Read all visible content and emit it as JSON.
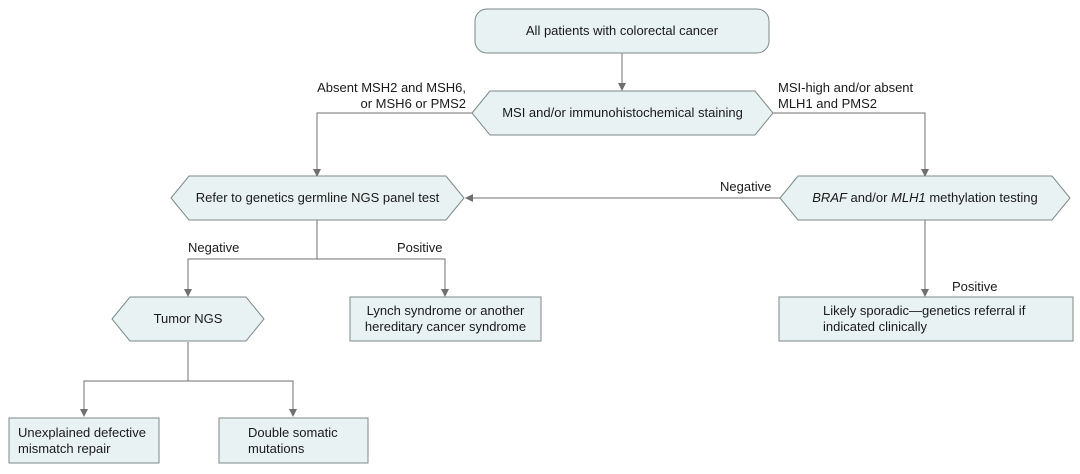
{
  "nodes": {
    "start": "All patients with colorectal cancer",
    "msi": "MSI and/or immunohistochemical staining",
    "germline": "Refer to genetics germline NGS panel test",
    "braf": {
      "gene1": "BRAF",
      "and_or": " and/or ",
      "gene2": "MLH1",
      "rest": " methylation testing"
    },
    "tumor_ngs": "Tumor NGS",
    "lynch": [
      "Lynch syndrome or another",
      "hereditary cancer syndrome"
    ],
    "sporadic": [
      "Likely sporadic—genetics referral if",
      "indicated clinically"
    ],
    "unexplained": [
      "Unexplained defective",
      "mismatch repair"
    ],
    "double_somatic": [
      "Double somatic",
      "mutations"
    ]
  },
  "edge_labels": {
    "absent_msh": [
      "Absent MSH2 and MSH6,",
      "or MSH6 or PMS2"
    ],
    "msi_high": [
      "MSI-high and/or absent",
      "MLH1 and PMS2"
    ],
    "braf_negative": "Negative",
    "germline_negative": "Negative",
    "germline_positive": "Positive",
    "braf_positive": "Positive"
  },
  "colors": {
    "node_fill": "#e8f2f2",
    "node_stroke": "#7d8a8a",
    "connector": "#6f6f6f"
  }
}
